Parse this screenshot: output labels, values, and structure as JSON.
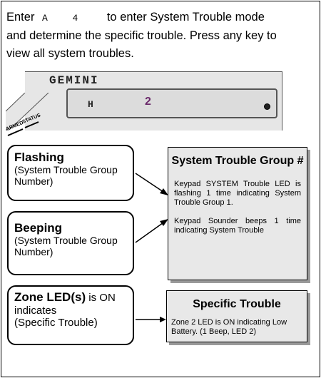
{
  "intro": {
    "enter": "Enter",
    "key_a": "A",
    "key_4": "4",
    "line1_rest": "to enter System Trouble mode",
    "line2": "and determine the specific trouble.  Press any key to",
    "line3": "view all system troubles."
  },
  "keypad": {
    "brand": "GEMINI",
    "display_letter": "H",
    "display_number": "2",
    "label_armed": "ARMED",
    "label_status": "STATUS"
  },
  "left": {
    "flashing_title": "Flashing",
    "flashing_sub": "(System Trouble Group Number)",
    "beeping_title": "Beeping",
    "beeping_sub": "(System Trouble Group Number)",
    "zone_title": "Zone LED(s)",
    "zone_rest": " is ON",
    "zone_sub1": "indicates",
    "zone_sub2": "(Specific Trouble)"
  },
  "right": {
    "group_title": "System Trouble Group #",
    "group_p1": "Keypad SYSTEM Trouble LED is flashing 1 time indicating System Trouble Group 1.",
    "group_p2": "Keypad Sounder beeps 1 time indicating System Trouble",
    "specific_title": "Specific Trouble",
    "specific_text": "Zone 2 LED is ON indicating Low Battery. (1 Beep, LED 2)"
  }
}
